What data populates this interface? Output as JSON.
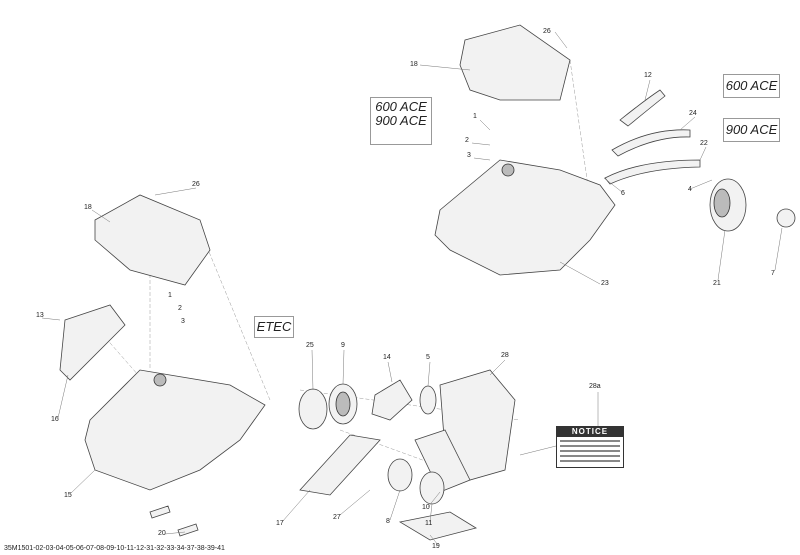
{
  "boxes": {
    "engines_top": [
      "600 ACE",
      "900 ACE"
    ],
    "ace600": "600 ACE",
    "ace900": "900 ACE",
    "etec": "ETEC"
  },
  "notice_label": {
    "title": "NOTICE"
  },
  "callouts": [
    "26",
    "18",
    "12",
    "24",
    "1",
    "2",
    "22",
    "3",
    "6",
    "4",
    "21",
    "7",
    "23",
    "26",
    "18",
    "1",
    "2",
    "3",
    "13",
    "16",
    "15",
    "20",
    "17",
    "25",
    "9",
    "14",
    "5",
    "28",
    "28a",
    "27",
    "8",
    "11",
    "10",
    "19"
  ],
  "drawing_code": "35M1501-02-03-04-05-06-07-08-09-10-11-12-31-32-33-34-37-38-39-41"
}
